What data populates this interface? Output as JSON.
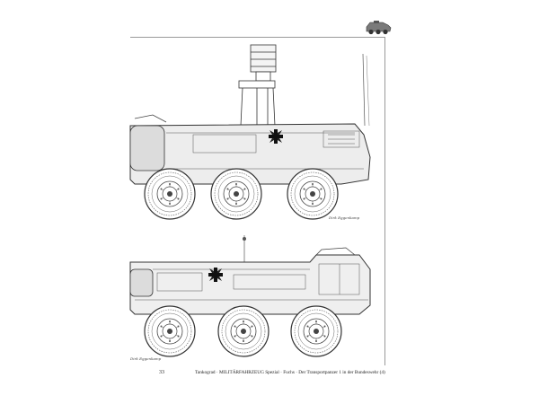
{
  "footer": {
    "page_number": "33",
    "running_title": "Tankograd · MILITÄRFAHRZEUG Spezial · Fuchs · Der Transportpanzer 1 in der Bundeswehr (4)"
  },
  "drawings": {
    "top_signature": "Dirk Eggenkamp",
    "bottom_signature": "Dirk Eggenkamp"
  },
  "icons": [
    "vehicle-thumbnail-icon",
    "balkenkreuz-icon"
  ]
}
